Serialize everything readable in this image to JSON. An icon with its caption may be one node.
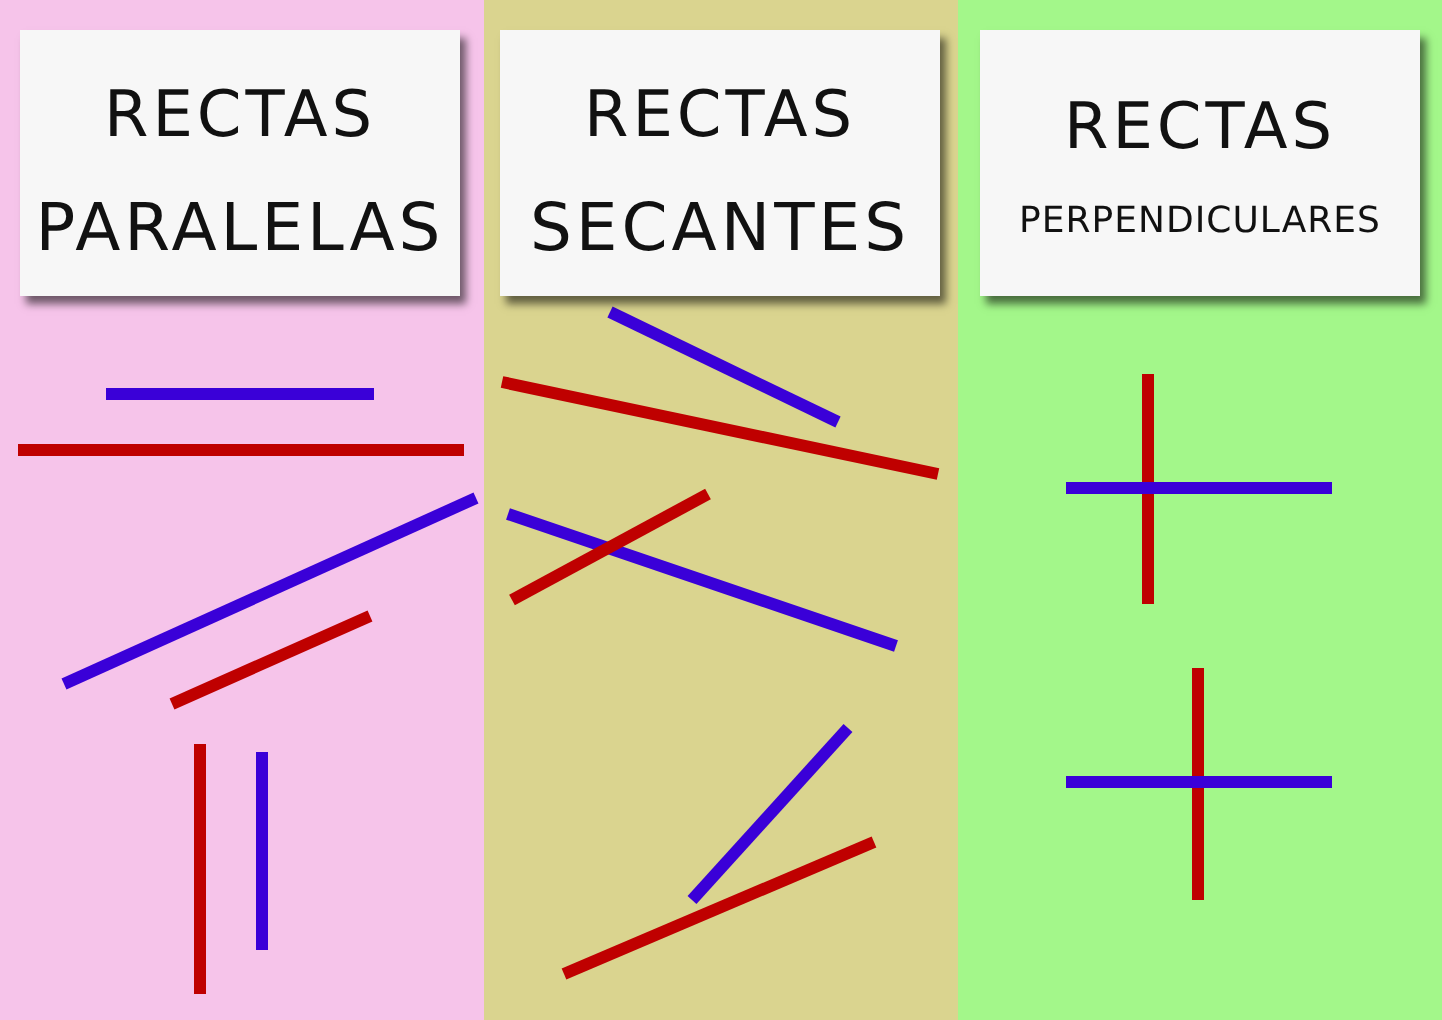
{
  "diagram": {
    "nodes": [
      {
        "text": [
          "RECTAS",
          "PARALELAS"
        ]
      },
      {
        "text": [
          "RECTAS",
          "SECANTES"
        ]
      },
      {
        "text": [
          "RECTAS",
          "PERPENDICULARES"
        ]
      }
    ]
  }
}
